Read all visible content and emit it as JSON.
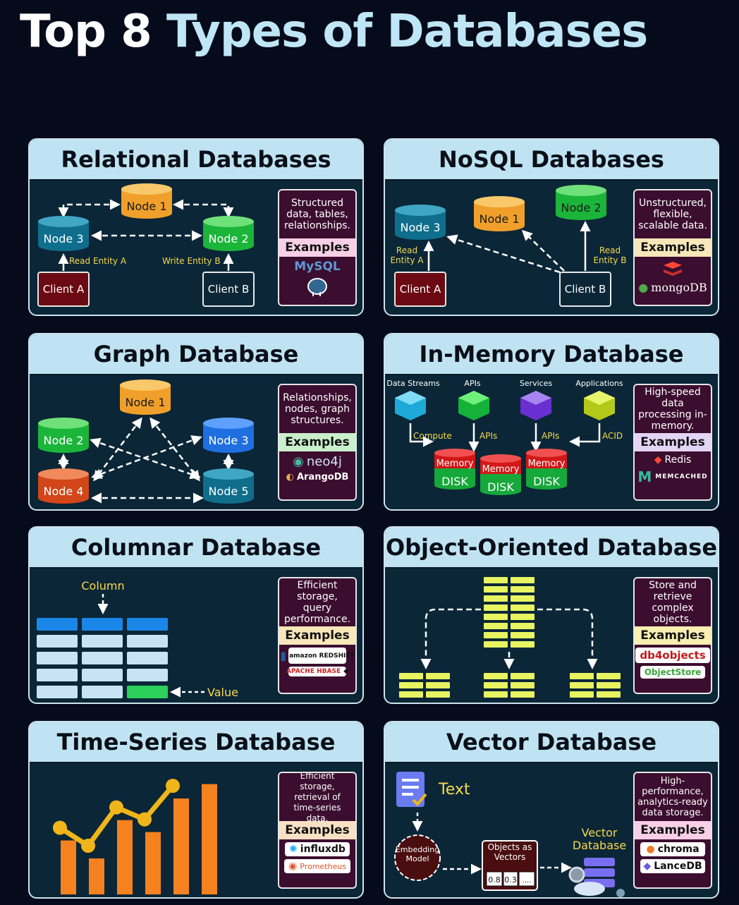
{
  "title": {
    "part1": "Top 8",
    "part2": "Types of Databases"
  },
  "examples_label": "Examples",
  "panels": [
    {
      "title": "Relational Databases",
      "description": "Structured data, tables, relationships.",
      "example_color": "#f7cfe6",
      "nodes": [
        "Node 1",
        "Node 2",
        "Node 3"
      ],
      "clients": [
        "Client A",
        "Client B"
      ],
      "edge_labels": [
        "Read Entity A",
        "Write Entity B"
      ],
      "logos": [
        "MySQL",
        "postgresql-elephant-icon"
      ]
    },
    {
      "title": "NoSQL Databases",
      "description": "Unstructured, flexible, scalable data.",
      "example_color": "#f8e7b8",
      "nodes": [
        "Node 1",
        "Node 2",
        "Node 3"
      ],
      "clients": [
        "Client A",
        "Client B"
      ],
      "edge_labels": [
        "Read Entity A",
        "Read Entity B"
      ],
      "logos": [
        "redis-cube-icon",
        "mongoDB"
      ]
    },
    {
      "title": "Graph Database",
      "description": "Relationships, nodes, graph structures.",
      "example_color": "#c8f0cc",
      "nodes": [
        "Node 1",
        "Node 2",
        "Node 3",
        "Node 4",
        "Node 5"
      ],
      "logos": [
        "neo4j",
        "ArangoDB"
      ]
    },
    {
      "title": "In-Memory Database",
      "description": "High-speed data processing in-memory.",
      "example_color": "#e4d4f5",
      "sources": [
        "Data Streams",
        "APIs",
        "Services",
        "Applications"
      ],
      "edge_labels": [
        "Compute",
        "APIs",
        "APIs",
        "ACID"
      ],
      "memory_label": "Memory",
      "disk_label": "DISK",
      "logos": [
        "Redis",
        "MEMCACHED"
      ]
    },
    {
      "title": "Columnar Database",
      "description": "Efficient storage, query performance.",
      "example_color": "#f8e7b8",
      "column_label": "Column",
      "value_label": "Value",
      "logos": [
        "amazon REDSHIFT",
        "APACHE HBASE"
      ]
    },
    {
      "title": "Object-Oriented Database",
      "description": "Store and retrieve complex objects.",
      "example_color": "#f8efb0",
      "logos": [
        "db4objects",
        "ObjectStore"
      ]
    },
    {
      "title": "Time-Series Database",
      "description": "Efficient storage, retrieval of time-series data.",
      "example_color": "#f8e0c4",
      "bars": [
        0.45,
        0.3,
        0.62,
        0.52,
        0.8,
        0.92
      ],
      "logos": [
        "influxdb",
        "Prometheus"
      ]
    },
    {
      "title": "Vector Database",
      "description": "High-performance, analytics-ready data storage.",
      "example_color": "#f7cfe6",
      "text_label": "Text",
      "embedding_label": "Embedding Model",
      "objects_label": "Objects as Vectors",
      "vector_values": [
        "0.8",
        "0.3",
        "...."
      ],
      "vector_db_label": "Vector Database",
      "logos": [
        "chroma",
        "LanceDB"
      ]
    }
  ]
}
